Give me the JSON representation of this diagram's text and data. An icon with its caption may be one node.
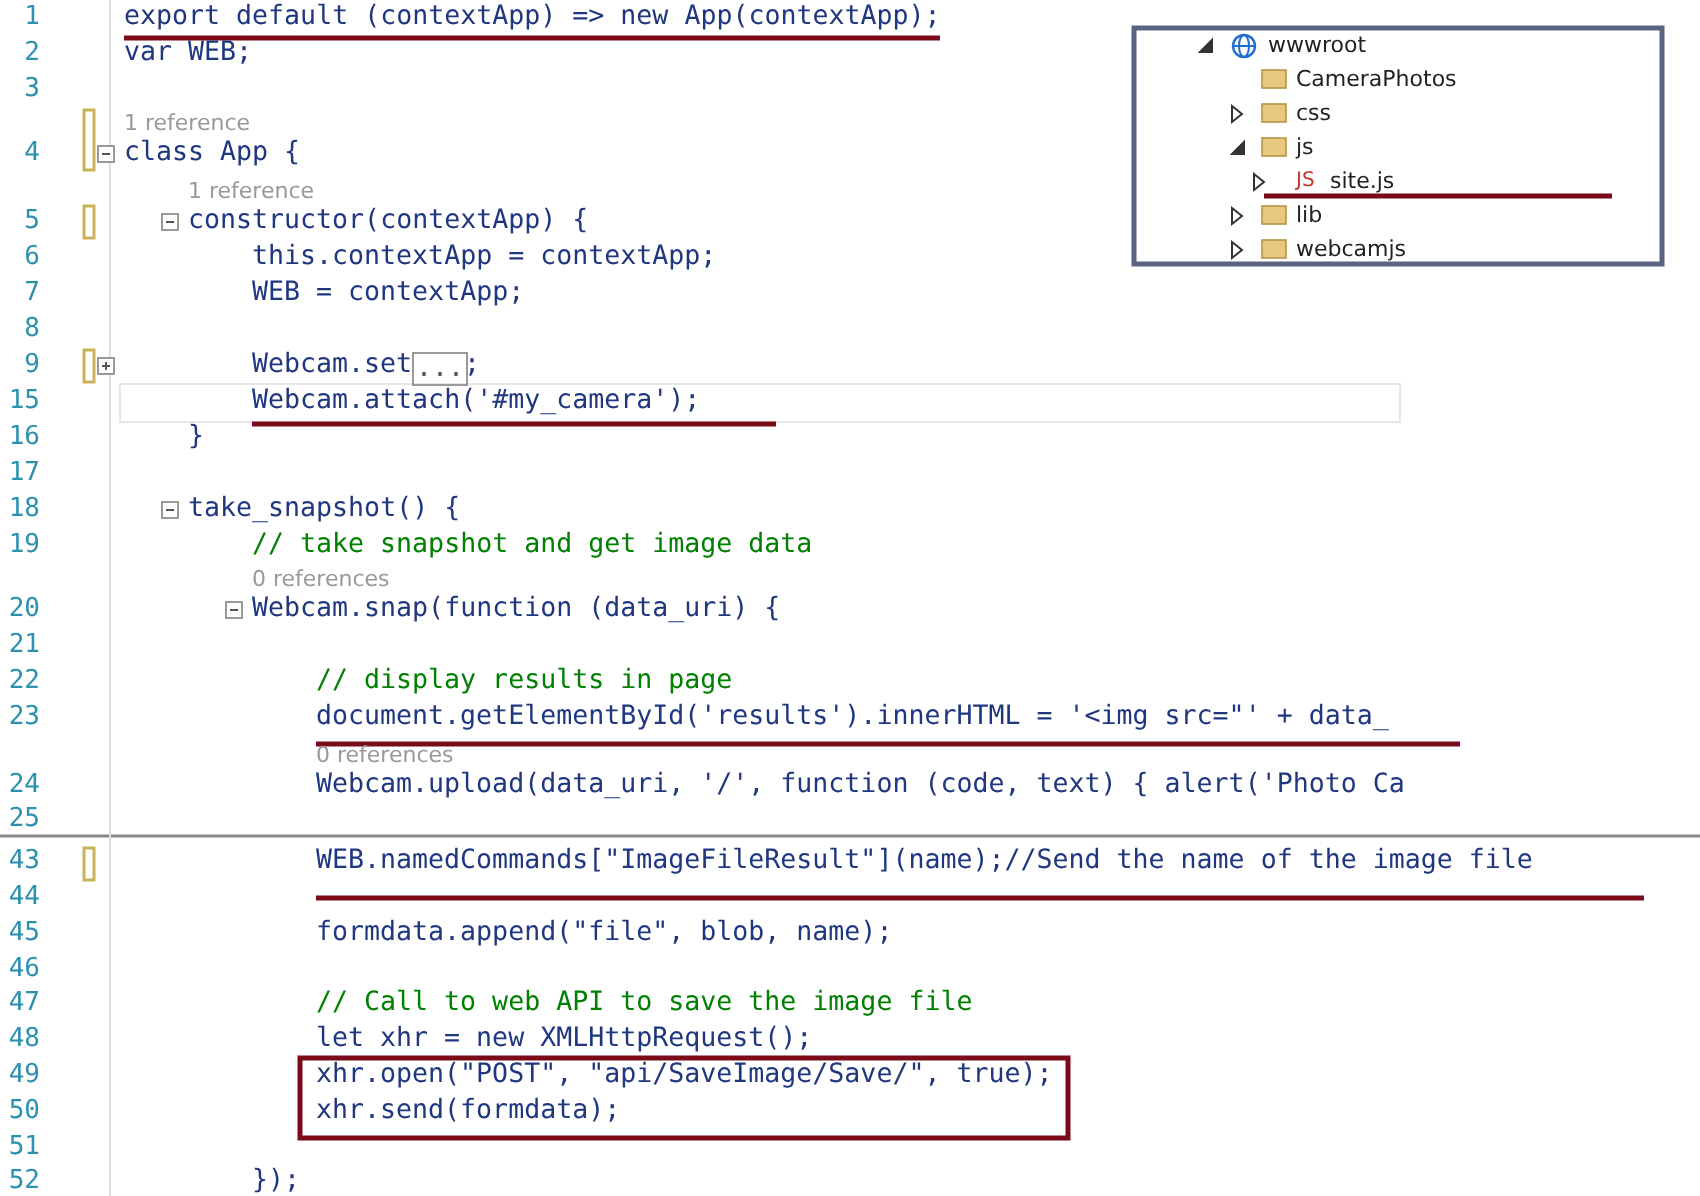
{
  "diagram": {
    "labels": [
      "1",
      "export default (contextApp) => new App(contextApp);",
      "2",
      "var WEB;",
      "3",
      "1 reference",
      "4",
      "class App {",
      "1 reference",
      "5",
      "constructor(contextApp) {",
      "6",
      "this.contextApp = contextApp;",
      "7",
      "WEB = contextApp;",
      "8",
      "9",
      "Webcam.set",
      "...",
      ";",
      "15",
      "Webcam.attach('#my_camera');",
      "16",
      "}",
      "17",
      "18",
      "take_snapshot() {",
      "19",
      "// take snapshot and get image data",
      "0 references",
      "20",
      "Webcam.snap(function (data_uri) {",
      "21",
      "22",
      "// display results in page",
      "23",
      "document.getElementById('results').innerHTML = '<img src=\"' + data_",
      "0 references",
      "24",
      "Webcam.upload(data_uri, '/', function (code, text) { alert('Photo Ca",
      "25",
      "43",
      "WEB.namedCommands[\"ImageFileResult\"](name);//Send the name of the image file",
      "44",
      "45",
      "formdata.append(\"file\", blob, name);",
      "46",
      "47",
      "// Call to web API to save the image file",
      "48",
      "let xhr = new XMLHttpRequest();",
      "49",
      "xhr.open(\"POST\", \"api/SaveImage/Save/\", true);",
      "50",
      "xhr.send(formdata);",
      "51",
      "52",
      "});",
      "wwwroot",
      "CameraPhotos",
      "css",
      "js",
      "JS",
      "site.js",
      "lib",
      "webcamjs"
    ]
  }
}
